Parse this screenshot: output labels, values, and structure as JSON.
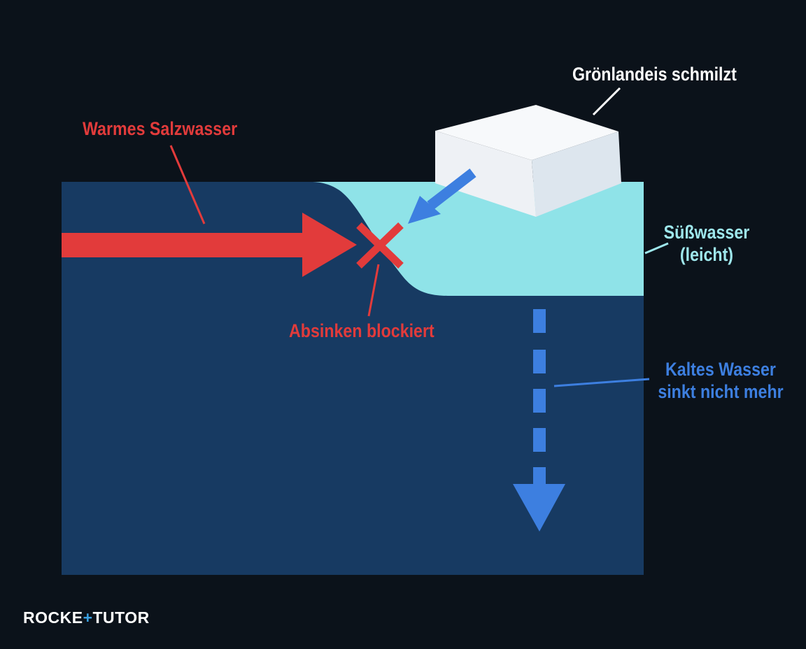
{
  "labels": {
    "greenland": "Grönlandeis schmilzt",
    "warm_salt": "Warmes Salzwasser",
    "blocked": "Absinken blockiert",
    "fresh_line1": "Süßwasser",
    "fresh_line2": "(leicht)",
    "cold_line1": "Kaltes Wasser",
    "cold_line2": "sinkt nicht mehr"
  },
  "logo": {
    "part1": "ROCKE",
    "plus": "+",
    "part2": "TUTOR"
  },
  "colors": {
    "background": "#0b121a",
    "ocean": "#173a62",
    "freshwater": "#8fe3e8",
    "warm_arrow": "#e23b3b",
    "cold_arrow": "#3d7fe0",
    "ice": "#f4f7fa"
  },
  "icons": [
    "blocked-x-icon",
    "down-arrow-icon",
    "meltwater-arrow-icon",
    "warm-flow-arrow-icon"
  ]
}
